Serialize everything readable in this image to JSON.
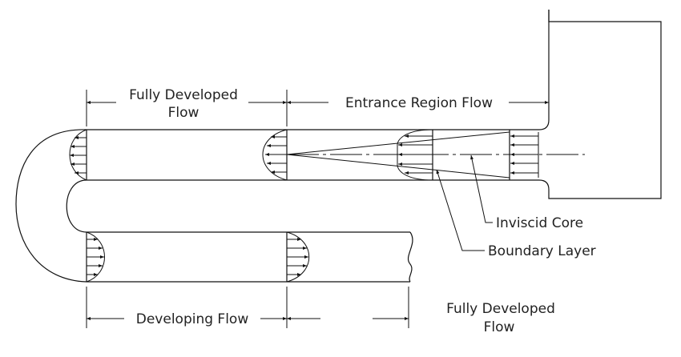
{
  "labels": {
    "fully_developed_top": [
      "Fully Developed",
      "Flow"
    ],
    "entrance_region": "Entrance Region Flow",
    "inviscid_core": "Inviscid Core",
    "boundary_layer": "Boundary Layer",
    "developing_flow": "Developing Flow",
    "fully_developed_bottom": [
      "Fully Developed",
      "Flow"
    ]
  }
}
